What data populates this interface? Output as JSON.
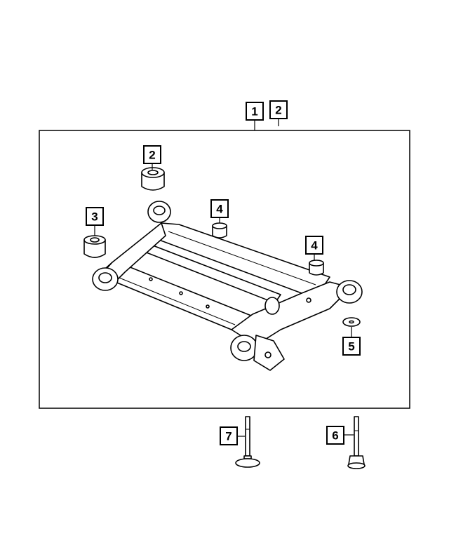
{
  "callouts": [
    {
      "id": "c1-top",
      "label": "1"
    },
    {
      "id": "c2-top",
      "label": "2"
    },
    {
      "id": "c2-bushing",
      "label": "2"
    },
    {
      "id": "c3-bushing",
      "label": "3"
    },
    {
      "id": "c4-left",
      "label": "4"
    },
    {
      "id": "c4-right",
      "label": "4"
    },
    {
      "id": "c5-washer",
      "label": "5"
    },
    {
      "id": "c7-bolt",
      "label": "7"
    },
    {
      "id": "c6-bolt",
      "label": "6"
    }
  ]
}
